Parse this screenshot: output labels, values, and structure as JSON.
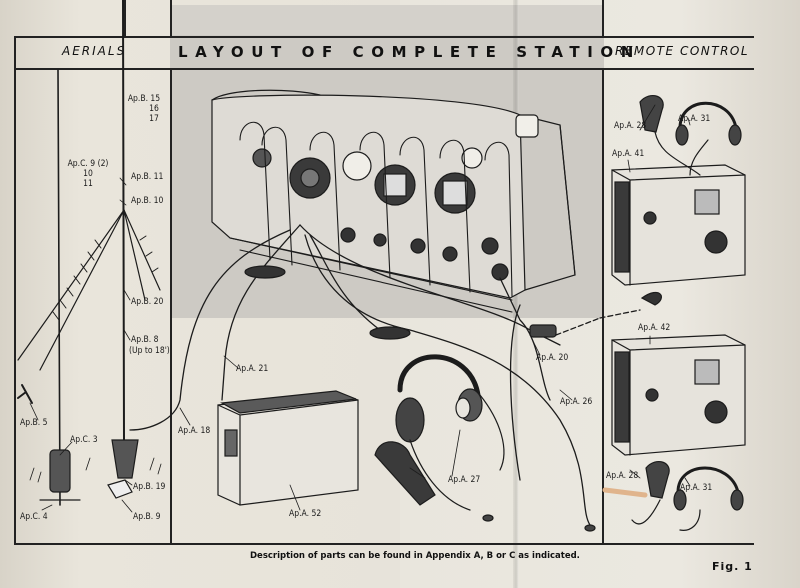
{
  "header": {
    "aerials": "AERIALS",
    "title": "LAYOUT OF COMPLETE STATION",
    "remote_control": "REMOTE CONTROL"
  },
  "labels": {
    "apb15": "Ap.B. 15",
    "apb16": "16",
    "apb17": "17",
    "apc9": "Ap.C. 9 (2)",
    "apc10": "10",
    "apc11": "11",
    "apb11": "Ap.B. 11",
    "apb10": "Ap.B. 10",
    "apb20": "Ap.B. 20",
    "apb8": "Ap.B. 8",
    "apb8_note": "(Up to 18')",
    "apb5": "Ap.B. 5",
    "apc3": "Ap.C. 3",
    "apc4": "Ap.C. 4",
    "apb19": "Ap.B. 19",
    "apb9": "Ap.B. 9",
    "apa21": "Ap.A. 21",
    "apa18": "Ap.A. 18",
    "apa52": "Ap.A. 52",
    "apa27": "Ap.A. 27",
    "apa20": "Ap.A. 20",
    "apa26": "Ap.A. 26",
    "apa28_top": "Ap.A. 28",
    "apa31_top": "Ap.A. 31",
    "apa41": "Ap.A. 41",
    "apa42": "Ap.A. 42",
    "apa28_bottom": "Ap.A. 28",
    "apa31_bottom": "Ap.A. 31"
  },
  "caption": "Description of parts can be found in Appendix A, B or C as indicated.",
  "figure": "Fig. 1"
}
